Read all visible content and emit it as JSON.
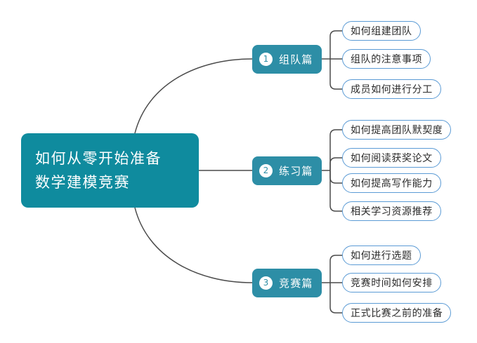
{
  "diagram": {
    "type": "mindmap",
    "background_color": "#ffffff",
    "root": {
      "lines": [
        "如何从零开始准备",
        "数学建模竞赛"
      ],
      "fill_color": "#0f8b9e",
      "text_color": "#ffffff"
    },
    "branch_style": {
      "fill_color": "#2d8ea6",
      "text_color": "#ffffff",
      "badge_fill": "#ffffff",
      "badge_text_color": "#2d8ea6"
    },
    "leaf_style": {
      "fill_color": "#ffffff",
      "border_color": "#5b9bd5",
      "text_color": "#2b2b2b"
    },
    "connector_color": "#4a4a4a",
    "branches": [
      {
        "number": "1",
        "label": "组队篇",
        "leaves": [
          {
            "label": "如何组建团队"
          },
          {
            "label": "组队的注意事项"
          },
          {
            "label": "成员如何进行分工"
          }
        ]
      },
      {
        "number": "2",
        "label": "练习篇",
        "leaves": [
          {
            "label": "如何提高团队默契度"
          },
          {
            "label": "如何阅读获奖论文"
          },
          {
            "label": "如何提高写作能力"
          },
          {
            "label": "相关学习资源推荐"
          }
        ]
      },
      {
        "number": "3",
        "label": "竞赛篇",
        "leaves": [
          {
            "label": "如何进行选题"
          },
          {
            "label": "竞赛时间如何安排"
          },
          {
            "label": "正式比赛之前的准备"
          }
        ]
      }
    ]
  }
}
